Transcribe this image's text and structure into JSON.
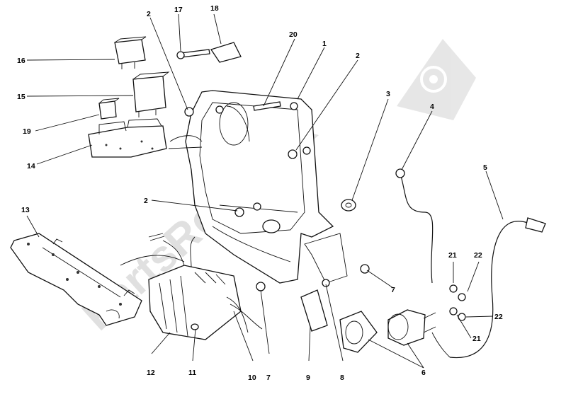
{
  "watermark": {
    "text": "PartsRepublik"
  },
  "callouts": [
    {
      "id": "c1",
      "text": "1"
    },
    {
      "id": "c2a",
      "text": "2"
    },
    {
      "id": "c2b",
      "text": "2"
    },
    {
      "id": "c2c",
      "text": "2"
    },
    {
      "id": "c3",
      "text": "3"
    },
    {
      "id": "c4",
      "text": "4"
    },
    {
      "id": "c5",
      "text": "5"
    },
    {
      "id": "c6",
      "text": "6"
    },
    {
      "id": "c7a",
      "text": "7"
    },
    {
      "id": "c7b",
      "text": "7"
    },
    {
      "id": "c8",
      "text": "8"
    },
    {
      "id": "c9",
      "text": "9"
    },
    {
      "id": "c10",
      "text": "10"
    },
    {
      "id": "c11",
      "text": "11"
    },
    {
      "id": "c12",
      "text": "12"
    },
    {
      "id": "c13",
      "text": "13"
    },
    {
      "id": "c14",
      "text": "14"
    },
    {
      "id": "c15",
      "text": "15"
    },
    {
      "id": "c16",
      "text": "16"
    },
    {
      "id": "c17",
      "text": "17"
    },
    {
      "id": "c18",
      "text": "18"
    },
    {
      "id": "c19",
      "text": "19"
    },
    {
      "id": "c20",
      "text": "20"
    },
    {
      "id": "c21a",
      "text": "21"
    },
    {
      "id": "c21b",
      "text": "21"
    },
    {
      "id": "c22a",
      "text": "22"
    },
    {
      "id": "c22b",
      "text": "22"
    }
  ]
}
